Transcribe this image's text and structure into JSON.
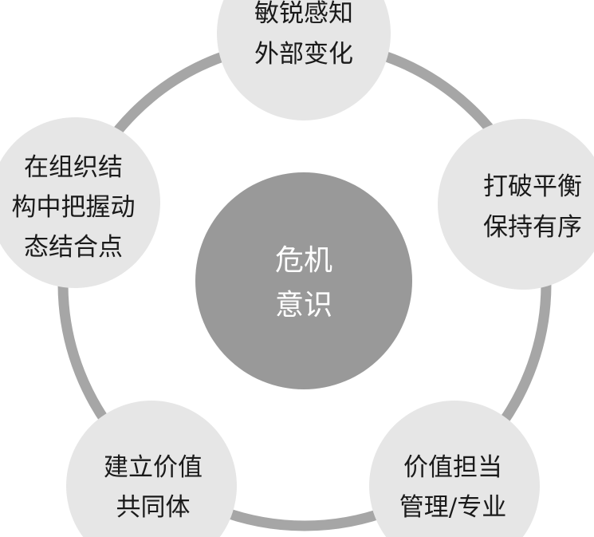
{
  "center": {
    "lines": [
      "危机",
      "意识"
    ]
  },
  "nodes": [
    {
      "id": "top",
      "lines": [
        "敏锐感知",
        "外部变化"
      ]
    },
    {
      "id": "right",
      "lines": [
        "打破平衡",
        "保持有序"
      ]
    },
    {
      "id": "bottom-right",
      "lines": [
        "价值担当",
        "管理/专业"
      ]
    },
    {
      "id": "bottom-left",
      "lines": [
        "建立价值",
        "共同体"
      ]
    },
    {
      "id": "left",
      "lines": [
        "在组织结",
        "构中把握动",
        "态结合点"
      ]
    }
  ],
  "colors": {
    "ring": "#a6a6a6",
    "center": "#999999",
    "node": "#e6e6e6"
  }
}
